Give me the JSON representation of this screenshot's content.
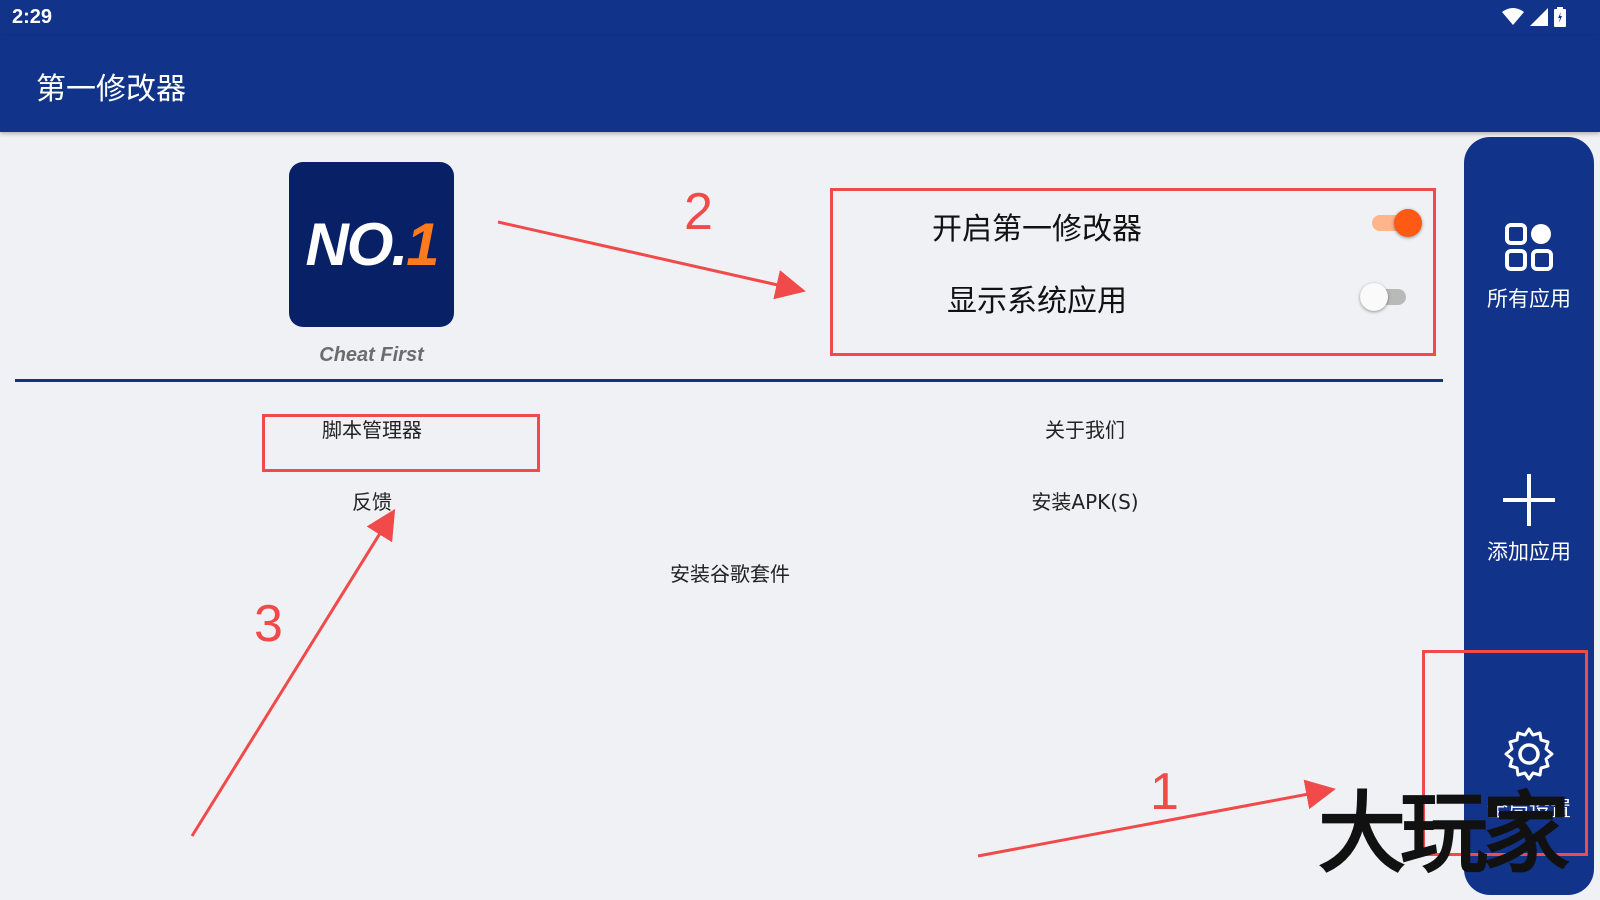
{
  "status_bar": {
    "time": "2:29"
  },
  "app_bar": {
    "title": "第一修改器"
  },
  "logo": {
    "main": "NO.",
    "accent": "1",
    "caption": "Cheat First"
  },
  "toggles": [
    {
      "label": "开启第一修改器",
      "on": true
    },
    {
      "label": "显示系统应用",
      "on": false
    }
  ],
  "menu": {
    "script_manager": "脚本管理器",
    "about_us": "关于我们",
    "feedback": "反馈",
    "install_apk": "安装APK(S)",
    "install_google": "安装谷歌套件"
  },
  "side_rail": {
    "all_apps": "所有应用",
    "add_app": "添加应用",
    "global_settings": "全局设置"
  },
  "annotations": {
    "n1": "1",
    "n2": "2",
    "n3": "3"
  },
  "watermark": "大玩家",
  "colors": {
    "primary": "#12338a",
    "accent": "#ff5a14",
    "annotation": "#f04a4a"
  }
}
